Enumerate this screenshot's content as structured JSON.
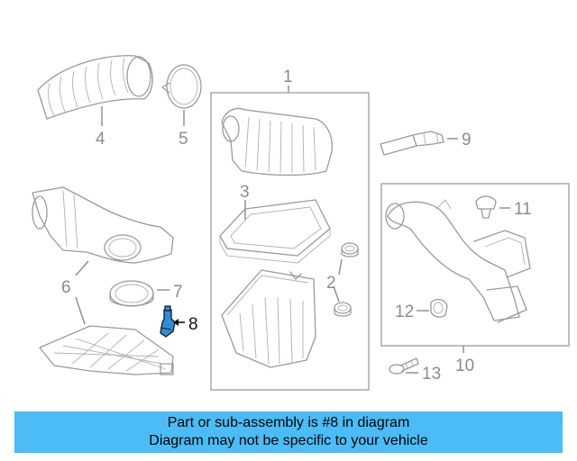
{
  "callouts": {
    "c1": "1",
    "c2": "2",
    "c3": "3",
    "c4": "4",
    "c5": "5",
    "c6": "6",
    "c7": "7",
    "c8": "8",
    "c9": "9",
    "c10": "10",
    "c11": "11",
    "c12": "12",
    "c13": "13"
  },
  "highlighted_part": "8",
  "colors": {
    "banner": "#4bbcf5",
    "highlight_part": "#2a8fd8",
    "line_art": "#9a9a9a"
  },
  "banner": {
    "line1": "Part or sub-assembly is #8 in diagram",
    "line2": "Diagram may not be specific to your vehicle"
  }
}
